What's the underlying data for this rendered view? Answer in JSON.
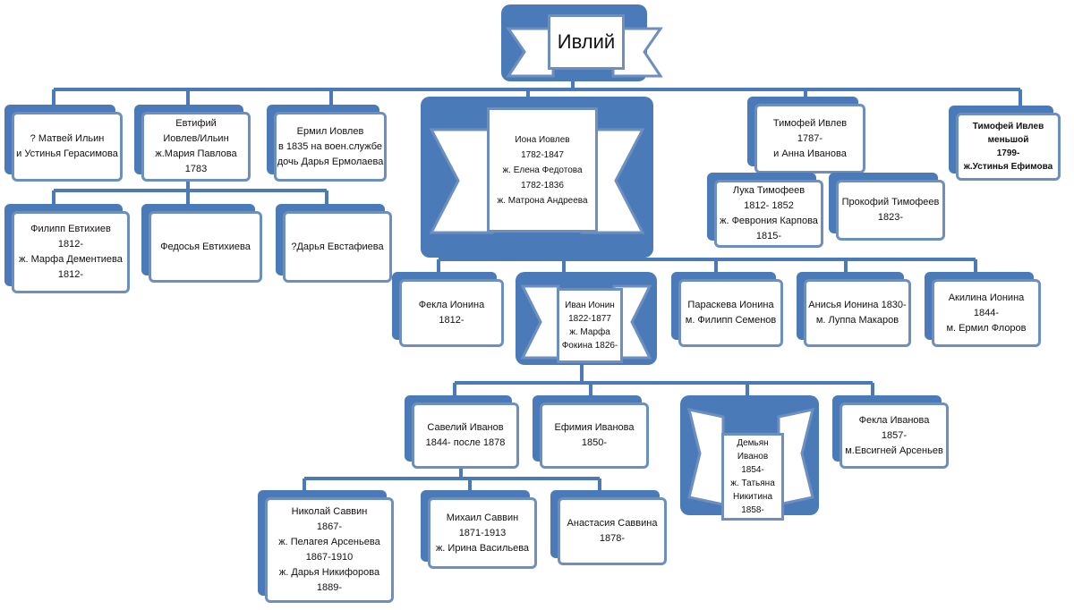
{
  "root": {
    "name": "Ивлий"
  },
  "gen1": [
    {
      "id": "matvey",
      "lines": [
        "? Матвей Ильин",
        "и Устинья Герасимова"
      ]
    },
    {
      "id": "evtifiy",
      "lines": [
        "Евтифий",
        "Иовлев/Ильин",
        "ж.Мария Павлова",
        "1783"
      ]
    },
    {
      "id": "ermil",
      "lines": [
        "Ермил  Иовлев",
        "в 1835 на воен.службе",
        "дочь Дарья Ермолаева"
      ]
    },
    {
      "id": "iona",
      "lines": [
        "Иона Иовлев",
        "1782-1847",
        "ж. Елена Федотова",
        "1782-1836",
        "ж. Матрона Андреева"
      ]
    },
    {
      "id": "timofey",
      "lines": [
        "Тимофей Ивлев",
        "1787-",
        "и Анна Иванова"
      ]
    },
    {
      "id": "timofey2",
      "lines": [
        "Тимофей Ивлев",
        "меньшой",
        "1799-",
        "ж.Устинья Ефимова"
      ]
    }
  ],
  "evtifiy_children": [
    {
      "id": "filipp",
      "lines": [
        "Филипп Евтихиев",
        "1812-",
        "ж. Марфа Дементиева",
        "1812-"
      ]
    },
    {
      "id": "fedosya",
      "lines": [
        "Федосья Евтихиева"
      ]
    },
    {
      "id": "darya",
      "lines": [
        "?Дарья Евстафиева"
      ]
    }
  ],
  "timofey_children": [
    {
      "id": "luka",
      "lines": [
        "Лука Тимофеев",
        "1812- 1852",
        "ж. Феврония Карпова",
        "1815-"
      ]
    },
    {
      "id": "prokofiy",
      "lines": [
        "Прокофий Тимофеев",
        "1823-"
      ]
    }
  ],
  "iona_children": [
    {
      "id": "fekla",
      "lines": [
        "Фекла Ионина",
        "1812-"
      ]
    },
    {
      "id": "ivan",
      "lines": [
        "Иван Ионин",
        "1822-1877",
        "ж. Марфа",
        "Фокина 1826-"
      ]
    },
    {
      "id": "paraskeva",
      "lines": [
        "Параскева Ионина",
        "м. Филипп Семенов"
      ]
    },
    {
      "id": "anisya",
      "lines": [
        "Анисья  Ионина 1830-",
        "м. Луппа Макаров"
      ]
    },
    {
      "id": "akilina",
      "lines": [
        "Акилина Ионина",
        "1844-",
        "м. Ермил Флоров"
      ]
    }
  ],
  "ivan_children": [
    {
      "id": "saveliy",
      "lines": [
        "Савелий Иванов",
        "1844- после 1878"
      ]
    },
    {
      "id": "efimiya",
      "lines": [
        "Ефимия Иванова",
        "1850-"
      ]
    },
    {
      "id": "demyan",
      "lines": [
        "Демьян",
        "Иванов",
        "1854-",
        "ж. Татьяна",
        "Никитина",
        "1858-"
      ]
    },
    {
      "id": "fekla2",
      "lines": [
        "Фекла Иванова",
        "1857-",
        "м.Евсигней Арсеньев"
      ]
    }
  ],
  "saveliy_children": [
    {
      "id": "nikolay",
      "lines": [
        "Николай Саввин",
        "1867-",
        "ж. Пелагея Арсеньева",
        "1867-1910",
        "ж. Дарья  Никифорова",
        "1889-"
      ]
    },
    {
      "id": "mikhail",
      "lines": [
        "Михаил Саввин",
        "1871-1913",
        "ж. Ирина  Васильева"
      ]
    },
    {
      "id": "anastasiya",
      "lines": [
        "Анастасия Саввина",
        "1878-"
      ]
    }
  ],
  "colors": {
    "accent": "#4a7bb8",
    "border": "#6d8fbf",
    "line": "#4a7bb8"
  }
}
